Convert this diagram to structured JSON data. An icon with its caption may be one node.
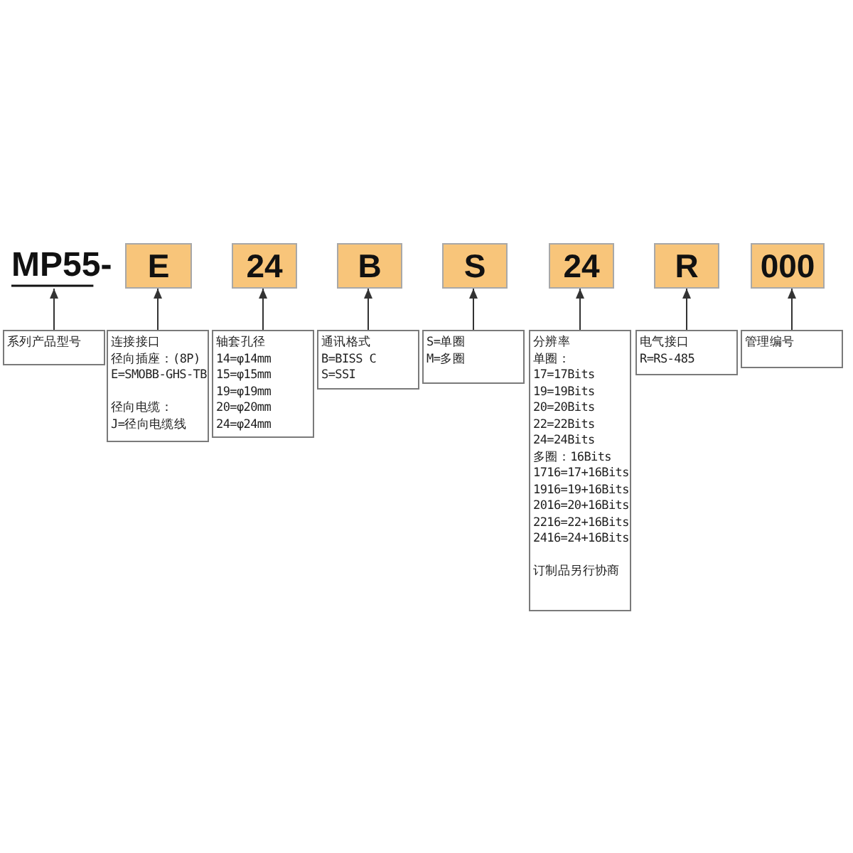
{
  "diagram": {
    "nodes": [
      {
        "text": [
          "MP55-"
        ]
      },
      {
        "text": [
          "E"
        ]
      },
      {
        "text": [
          "24"
        ]
      },
      {
        "text": [
          "B"
        ]
      },
      {
        "text": [
          "S"
        ]
      },
      {
        "text": [
          "24"
        ]
      },
      {
        "text": [
          "R"
        ]
      },
      {
        "text": [
          "000"
        ]
      },
      {
        "text": [
          "系列产品型号"
        ]
      },
      {
        "text": [
          "连接接口",
          "径向插座：(8P)",
          "E=SMOBB-GHS-TB",
          "径向电缆：",
          "J=径向电缆线"
        ]
      },
      {
        "text": [
          "轴套孔径",
          "14=φ14mm",
          "15=φ15mm",
          "19=φ19mm",
          "20=φ20mm",
          "24=φ24mm"
        ]
      },
      {
        "text": [
          "通讯格式",
          "B=BISS C",
          "S=SSI"
        ]
      },
      {
        "text": [
          "S=单圈",
          "M=多圈"
        ]
      },
      {
        "text": [
          "分辨率",
          "单圈：",
          "17=17Bits",
          "19=19Bits",
          "20=20Bits",
          "22=22Bits",
          "24=24Bits",
          "多圈：16Bits",
          "1716=17+16Bits",
          "1916=19+16Bits",
          "2016=20+16Bits",
          "2216=22+16Bits",
          "2416=24+16Bits",
          "订制品另行协商"
        ]
      },
      {
        "text": [
          "电气接口",
          "R=RS-485"
        ]
      },
      {
        "text": [
          "管理编号"
        ]
      }
    ],
    "edges": [
      {
        "from": 8,
        "to": 0,
        "arrow": "to"
      },
      {
        "from": 9,
        "to": 1,
        "arrow": "to"
      },
      {
        "from": 10,
        "to": 2,
        "arrow": "to"
      },
      {
        "from": 11,
        "to": 3,
        "arrow": "to"
      },
      {
        "from": 12,
        "to": 4,
        "arrow": "to"
      },
      {
        "from": 13,
        "to": 5,
        "arrow": "to"
      },
      {
        "from": 14,
        "to": 6,
        "arrow": "to"
      },
      {
        "from": 15,
        "to": 7,
        "arrow": "to"
      }
    ]
  }
}
